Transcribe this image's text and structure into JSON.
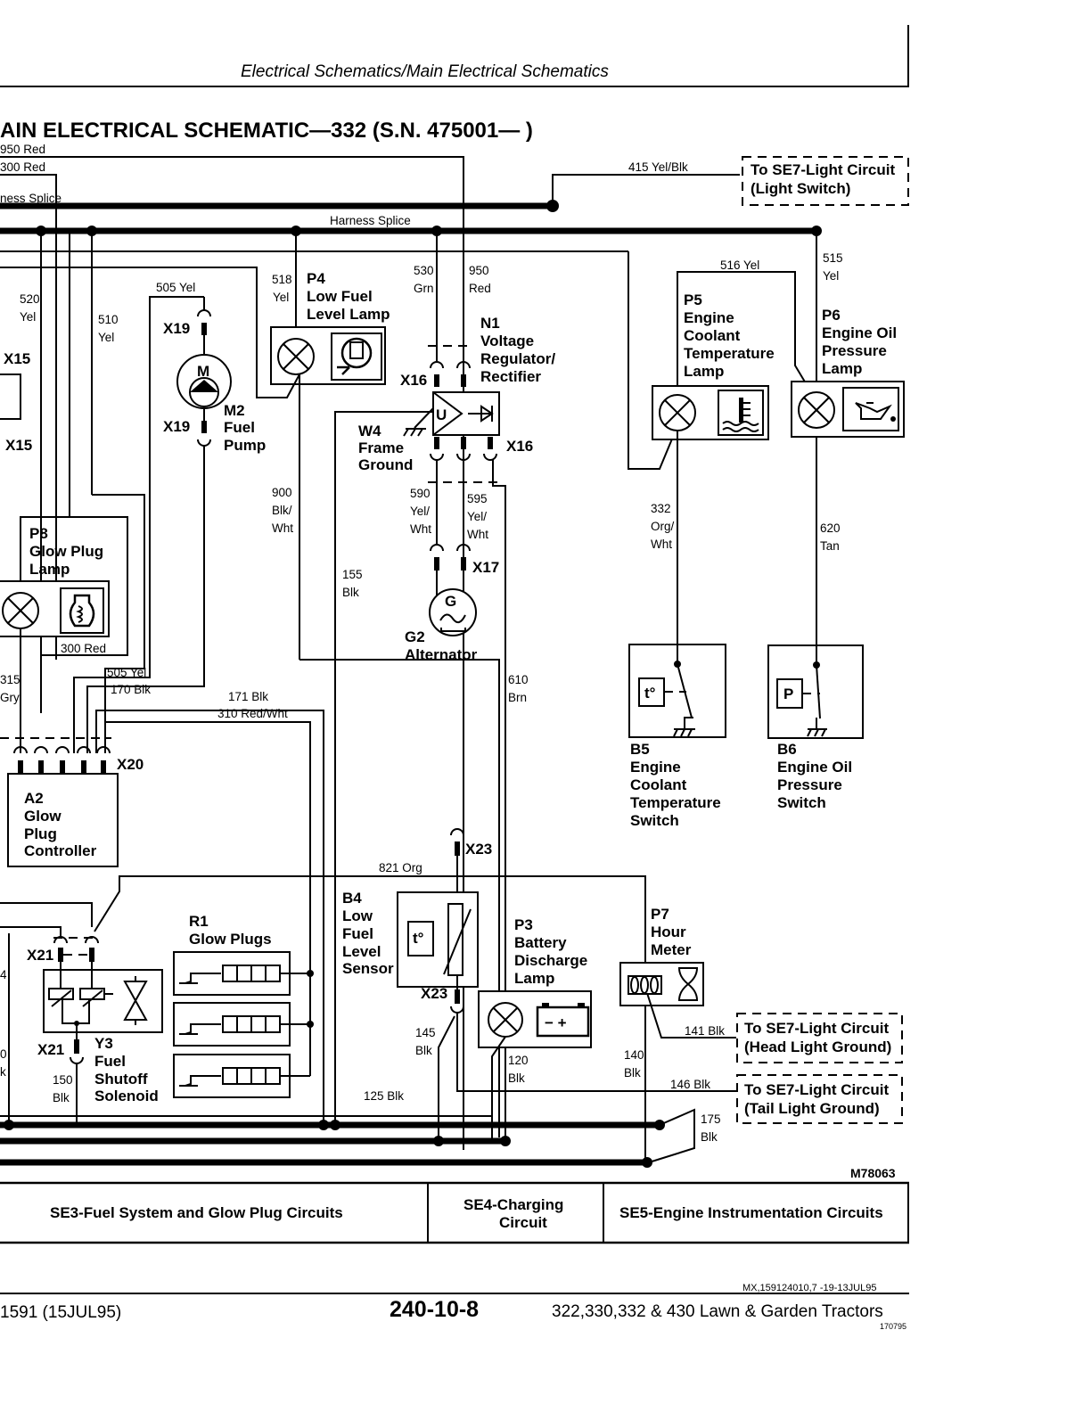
{
  "header": {
    "section_path": "Electrical Schematics/Main Electrical Schematics"
  },
  "title": "AIN ELECTRICAL SCHEMATIC—332 (S.N. 475001—   )",
  "wires": {
    "w950_red_top": "950 Red",
    "w300_red_top": "300 Red",
    "harness_splice_left": "ness Splice",
    "harness_splice_mid": "Harness Splice",
    "w415": "415 Yel/Blk",
    "w520_num": "520",
    "w520_col": "Yel",
    "w510_num": "510",
    "w510_col": "Yel",
    "w505_top": "505 Yel",
    "w518_num": "518",
    "w518_col": "Yel",
    "w530_num": "530",
    "w530_col": "Grn",
    "w950_num": "950",
    "w950_col": "Red",
    "w516": "516 Yel",
    "w515_num": "515",
    "w515_col": "Yel",
    "w900_num": "900",
    "w900_col1": "Blk/",
    "w900_col2": "Wht",
    "w590_num": "590",
    "w590_col1": "Yel/",
    "w590_col2": "Wht",
    "w595_num": "595",
    "w595_col1": "Yel/",
    "w595_col2": "Wht",
    "w155_num": "155",
    "w155_col": "Blk",
    "w332_num": "332",
    "w332_col1": "Org/",
    "w332_col2": "Wht",
    "w620_num": "620",
    "w620_col": "Tan",
    "w300_red_low": "300 Red",
    "w315_num": "315",
    "w315_col": "Gry",
    "w505_low": "505 Yel",
    "w170": "170 Blk",
    "w171": "171 Blk",
    "w310": "310 Red/Wht",
    "w610_num": "610",
    "w610_col": "Brn",
    "w821": "821 Org",
    "w145_num": "145",
    "w145_col": "Blk",
    "w120_num": "120",
    "w120_col": "Blk",
    "w140_num": "140",
    "w140_col": "Blk",
    "w141": "141 Blk",
    "w146": "146 Blk",
    "w125": "125 Blk",
    "w175_num": "175",
    "w175_col": "Blk",
    "w150_num": "150",
    "w150_col": "Blk",
    "left_partial_num": "0",
    "left_partial_col": "k",
    "left_partial_4": "4"
  },
  "connectors": {
    "x15a": "X15",
    "x15b": "X15",
    "x19a": "X19",
    "x19b": "X19",
    "x16a": "X16",
    "x16b": "X16",
    "x17": "X17",
    "x20": "X20",
    "x21a": "X21",
    "x21b": "X21",
    "x23a": "X23",
    "x23b": "X23"
  },
  "components": {
    "p4": [
      "P4",
      "Low Fuel",
      "Level Lamp"
    ],
    "n1": [
      "N1",
      "Voltage",
      "Regulator/",
      "Rectifier"
    ],
    "m2": [
      "M2",
      "Fuel",
      "Pump"
    ],
    "m2_symbol": "M",
    "w4": [
      "W4",
      "Frame",
      "Ground"
    ],
    "n1_symbol": "U",
    "p5": [
      "P5",
      "Engine",
      "Coolant",
      "Temperature",
      "Lamp"
    ],
    "p6": [
      "P6",
      "Engine Oil",
      "Pressure",
      "Lamp"
    ],
    "p8": [
      "P8",
      "Glow Plug",
      "Lamp"
    ],
    "g2": [
      "G2",
      "Alternator"
    ],
    "g2_symbol": "G",
    "b5": [
      "B5",
      "Engine",
      "Coolant",
      "Temperature",
      "Switch"
    ],
    "b5_symbol": "t°",
    "b6": [
      "B6",
      "Engine Oil",
      "Pressure",
      "Switch"
    ],
    "b6_symbol": "P",
    "a2": [
      "A2",
      "Glow",
      "Plug",
      "Controller"
    ],
    "r1": [
      "R1",
      "Glow Plugs"
    ],
    "y3": [
      "Y3",
      "Fuel",
      "Shutoff",
      "Solenoid"
    ],
    "b4": [
      "B4",
      "Low",
      "Fuel",
      "Level",
      "Sensor"
    ],
    "b4_symbol": "t°",
    "p3": [
      "P3",
      "Battery",
      "Discharge",
      "Lamp"
    ],
    "p3_symbol": "−  +",
    "p7": [
      "P7",
      "Hour",
      "Meter"
    ]
  },
  "offpage": {
    "light_switch": [
      "To SE7-Light Circuit",
      "(Light Switch)"
    ],
    "head_light": [
      "To SE7-Light Circuit",
      "(Head Light Ground)"
    ],
    "tail_light": [
      "To SE7-Light Circuit",
      "(Tail Light Ground)"
    ]
  },
  "figure_id": "M78063",
  "sections": [
    "SE3-Fuel System and Glow Plug Circuits",
    [
      "SE4-Charging",
      "Circuit"
    ],
    "SE5-Engine Instrumentation Circuits"
  ],
  "footer": {
    "doc_ref": "MX,159124010,7 -19-13JUL95",
    "manual": "1591 (15JUL95)",
    "page": "240-10-8",
    "models": "322,330,332 & 430 Lawn & Garden Tractors",
    "print_code": "170795"
  }
}
